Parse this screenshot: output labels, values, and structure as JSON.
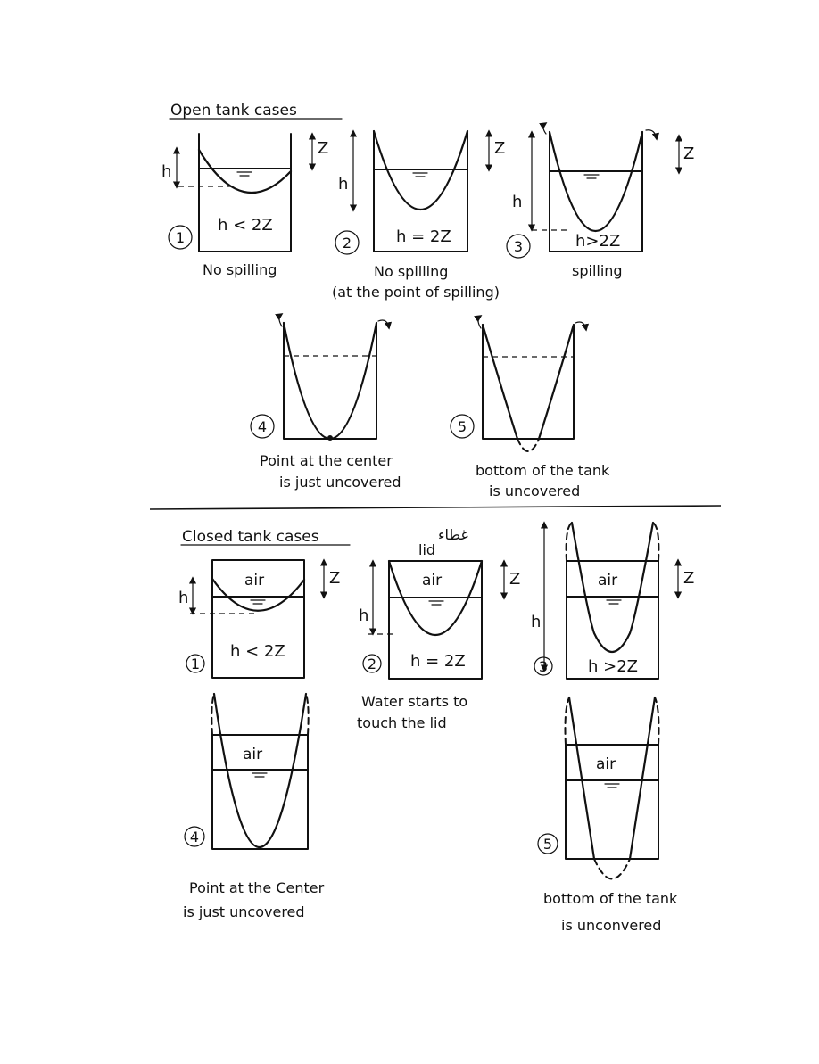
{
  "open_section": {
    "title": "Open tank cases",
    "cases": [
      {
        "number": "1",
        "condition": "h < 2Z",
        "caption_line1": "No spilling",
        "caption_line2": ""
      },
      {
        "number": "2",
        "condition": "h = 2Z",
        "caption_line1": "No spilling",
        "caption_line2": "(at the point of spilling)"
      },
      {
        "number": "3",
        "condition": "h>2Z",
        "caption_line1": "spilling",
        "caption_line2": ""
      },
      {
        "number": "4",
        "condition": "",
        "caption_line1": "Point at the center",
        "caption_line2": "is just uncovered"
      },
      {
        "number": "5",
        "condition": "",
        "caption_line1": "bottom of the tank",
        "caption_line2": "is uncovered"
      }
    ]
  },
  "closed_section": {
    "title": "Closed tank cases",
    "lid_arabic": "غطاء",
    "lid_label": "lid",
    "air_label": "air",
    "cases": [
      {
        "number": "1",
        "condition": "h < 2Z",
        "caption_line1": "",
        "caption_line2": ""
      },
      {
        "number": "2",
        "condition": "h = 2Z",
        "caption_line1": "Water starts to",
        "caption_line2": "touch the lid"
      },
      {
        "number": "3",
        "condition": "h >2Z",
        "caption_line1": "",
        "caption_line2": ""
      },
      {
        "number": "4",
        "condition": "",
        "caption_line1": "Point at the Center",
        "caption_line2": "is just uncovered"
      },
      {
        "number": "5",
        "condition": "",
        "caption_line1": "bottom of the tank",
        "caption_line2": "is unconvered"
      }
    ]
  },
  "symbols": {
    "h": "h",
    "z": "Z"
  }
}
